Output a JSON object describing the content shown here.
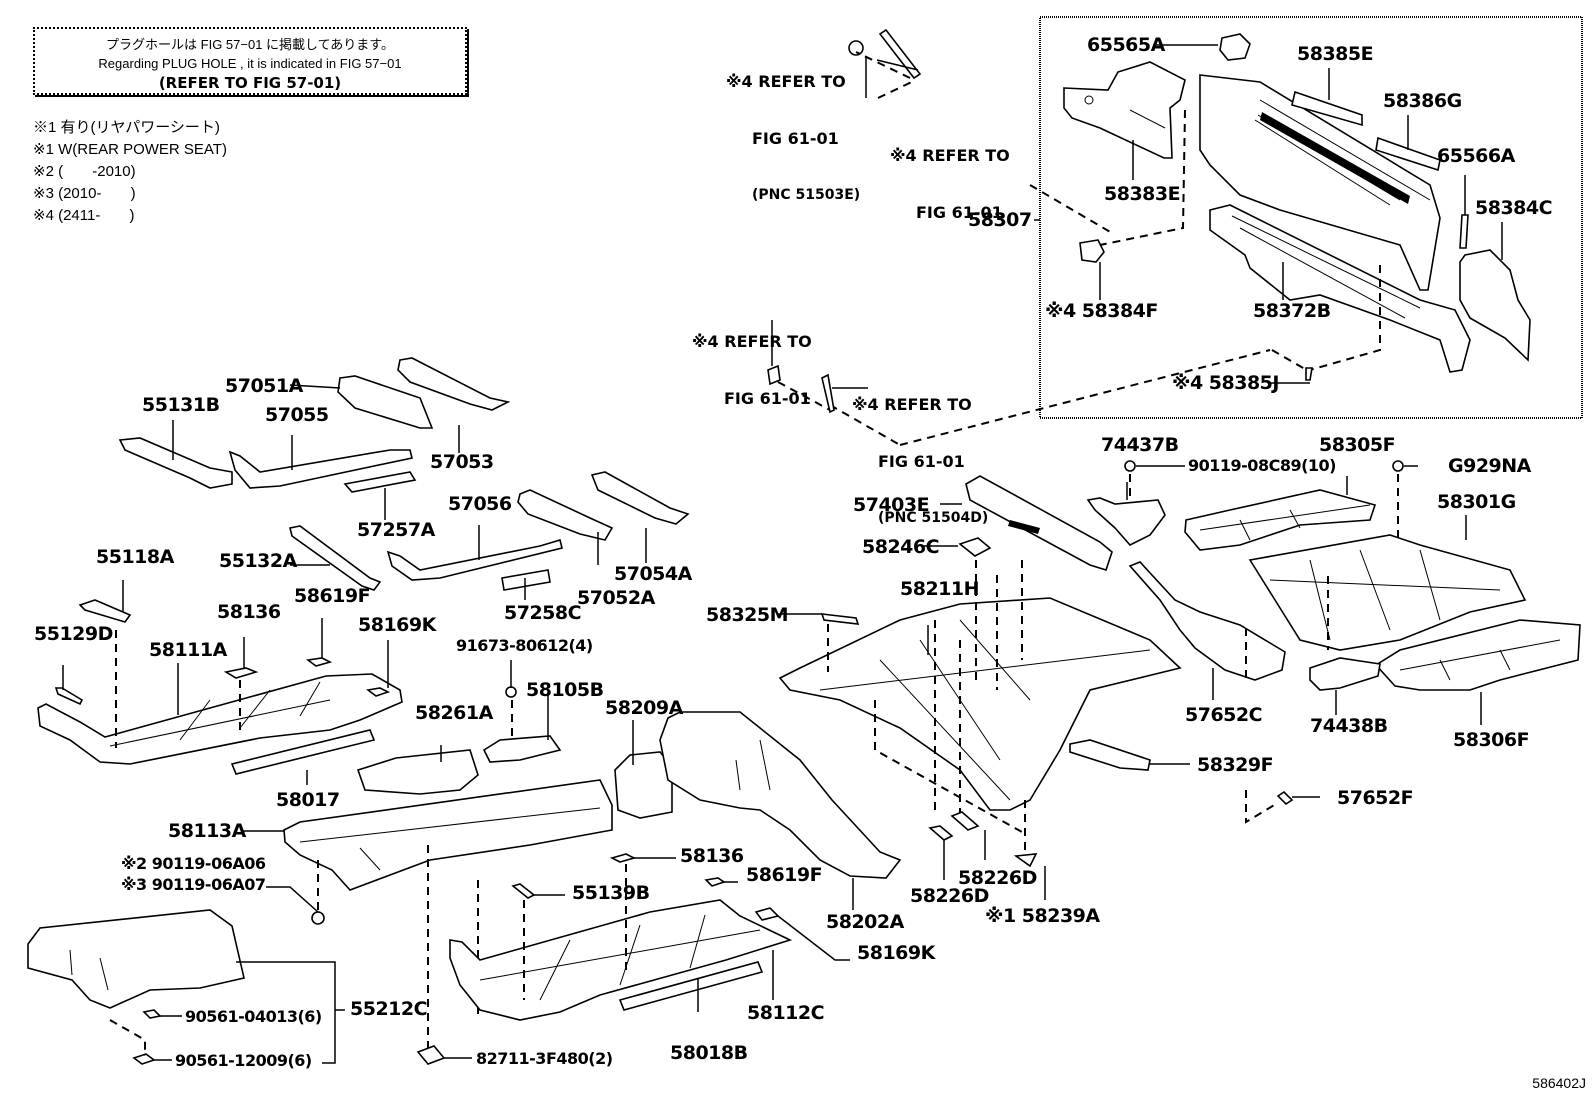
{
  "notes": {
    "plug_hole_jp": "プラグホールは FIG 57−01 に掲載してあります。",
    "plug_hole_en": "Regarding PLUG HOLE , it is indicated in FIG 57−01",
    "refer": "(REFER TO FIG 57-01)"
  },
  "legend": [
    "※1 有り(リヤパワーシート)",
    "※1 W(REAR POWER SEAT)",
    "※2 (       -2010)",
    "※3 (2010-       )",
    "※4 (2411-       )"
  ],
  "references": {
    "ref1": {
      "mark": "※4",
      "line1": "REFER TO",
      "line2": "FIG 61-01",
      "pnc": "(PNC 51503E)"
    },
    "ref2": {
      "mark": "※4",
      "line1": "REFER TO",
      "line2": "FIG 61-01"
    },
    "ref3": {
      "mark": "※4",
      "line1": "REFER TO",
      "line2": "FIG 61-01"
    },
    "ref4": {
      "mark": "※4",
      "line1": "REFER TO",
      "line2": "FIG 61-01",
      "pnc": "(PNC 51504D)"
    }
  },
  "parts": {
    "p65565A": "65565A",
    "p58385E": "58385E",
    "p58386G": "58386G",
    "p65566A": "65566A",
    "p58383E": "58383E",
    "p58384C": "58384C",
    "p58307": "58307",
    "p58384F": "※4 58384F",
    "p58372B": "58372B",
    "p58385J": "※4 58385J",
    "p57051A": "57051A",
    "p55131B": "55131B",
    "p57055": "57055",
    "p57053": "57053",
    "p57257A": "57257A",
    "p57056": "57056",
    "p55118A": "55118A",
    "p55132A": "55132A",
    "p57054A": "57054A",
    "p57052A": "57052A",
    "p58619F_a": "58619F",
    "p58136_a": "58136",
    "p58169K_a": "58169K",
    "p55129D": "55129D",
    "p58111A": "58111A",
    "p57258C": "57258C",
    "p91673": "91673-80612(4)",
    "p58105B": "58105B",
    "p58261A": "58261A",
    "p58209A": "58209A",
    "p58017": "58017",
    "p58113A": "58113A",
    "p90119_06A06": "※2 90119-06A06",
    "p90119_06A07": "※3 90119-06A07",
    "p58136_b": "58136",
    "p58619F_b": "58619F",
    "p55139B": "55139B",
    "p58202A": "58202A",
    "p58169K_b": "58169K",
    "p55212C": "55212C",
    "p90561_04013": "90561-04013(6)",
    "p90561_12009": "90561-12009(6)",
    "p58112C": "58112C",
    "p82711": "82711-3F480(2)",
    "p58018B": "58018B",
    "p57403E": "57403E",
    "p58246C": "58246C",
    "p58211H": "58211H",
    "p58325M": "58325M",
    "p74437B": "74437B",
    "p90119_08C89": "90119-08C89(10)",
    "p58305F": "58305F",
    "pG929NA": "G929NA",
    "p58301G": "58301G",
    "p57652C": "57652C",
    "p74438B": "74438B",
    "p58306F": "58306F",
    "p58329F": "58329F",
    "p57652F": "57652F",
    "p58226D_a": "58226D",
    "p58226D_b": "58226D",
    "p58239A": "※1 58239A"
  },
  "figure_id": "586402J"
}
